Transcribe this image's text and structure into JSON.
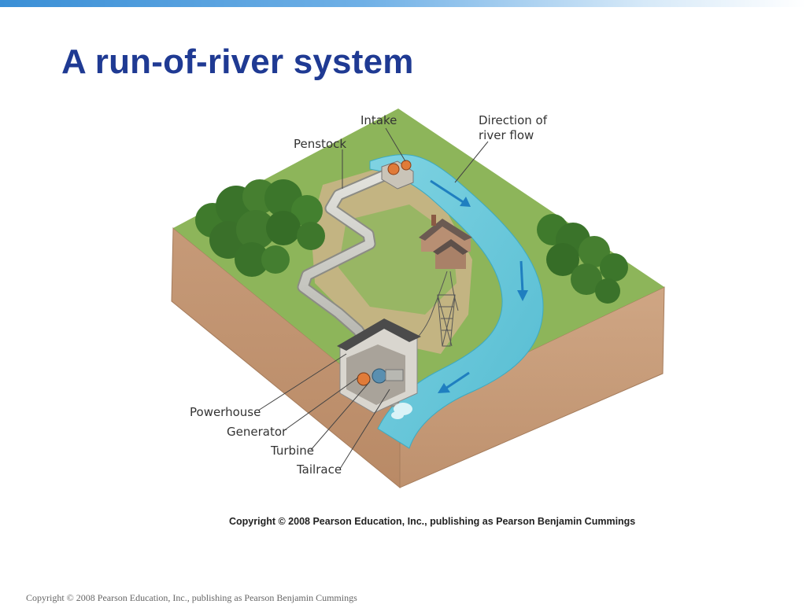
{
  "slide": {
    "title": "A run-of-river system",
    "footer": "Copyright © 2008 Pearson Education, Inc., publishing as Pearson Benjamin Cummings"
  },
  "figure": {
    "copyright": "Copyright © 2008 Pearson Education, Inc., publishing as Pearson Benjamin Cummings",
    "labels": {
      "intake": "Intake",
      "direction_line1": "Direction of",
      "direction_line2": "river flow",
      "penstock": "Penstock",
      "powerhouse": "Powerhouse",
      "generator": "Generator",
      "turbine": "Turbine",
      "tailrace": "Tailrace"
    }
  },
  "colors": {
    "title": "#1f3a93",
    "water": "#5fc6d8",
    "grass": "#8fb25a",
    "soil": "#c89a76",
    "arrow": "#1f7fc0"
  }
}
